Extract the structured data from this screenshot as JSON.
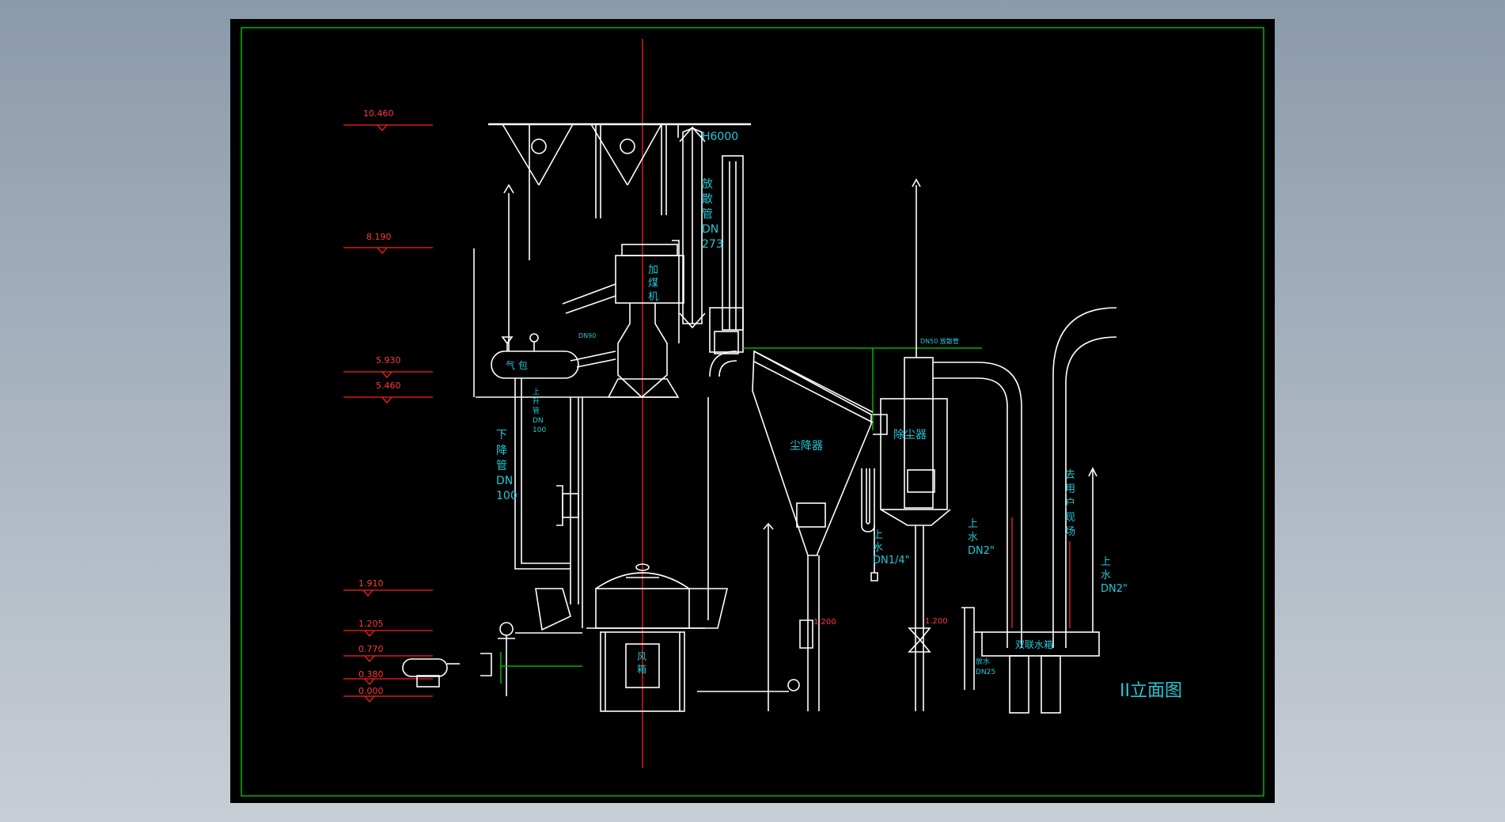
{
  "title": "II立面图",
  "elevation_levels": [
    "10.460",
    "8.190",
    "5.930",
    "5.460",
    "1.910",
    "1.205",
    "0.770",
    "0.380",
    "0.000"
  ],
  "labels": {
    "h6000": "H6000",
    "vent_pipe": [
      "放",
      "散",
      "管",
      "DN",
      "273"
    ],
    "coal_feeder": [
      "加",
      "煤",
      "机"
    ],
    "steam_drum": "气    包",
    "riser": [
      "上",
      "升",
      "管",
      "DN",
      "100"
    ],
    "downcomer": [
      "下",
      "降",
      "管",
      "DN",
      "100"
    ],
    "dust_settler": "尘降器",
    "dust_remover": "除尘器",
    "dn50_vent": "DN50 放散管",
    "water_in_1": [
      "上",
      "水",
      "DN1/4\""
    ],
    "water_in_2": [
      "上",
      "水",
      "DN2\""
    ],
    "to_user": [
      "去",
      "用",
      "户",
      "现",
      "场"
    ],
    "water_in_3": [
      "上",
      "水",
      "DN2\""
    ],
    "tank": "双联水箱",
    "drain": [
      "放水",
      "DN25"
    ],
    "wind_box": [
      "风",
      "箱"
    ],
    "dn90": "DN90",
    "elev_1200_a": "1.200",
    "elev_1200_b": "1.200"
  }
}
